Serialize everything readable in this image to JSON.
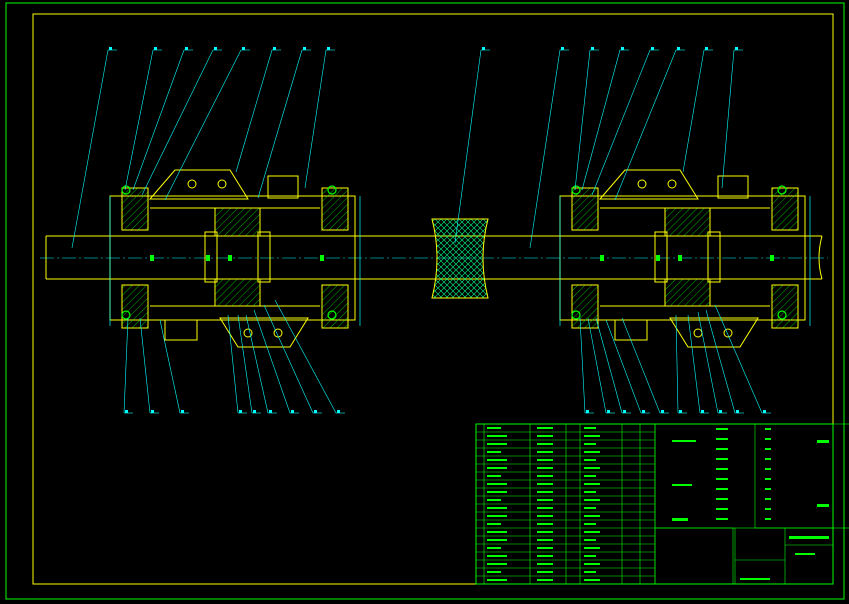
{
  "drawing": {
    "colors": {
      "background": "#000000",
      "outline": "#ffff00",
      "leader": "#00ffff",
      "text": "#00ff00",
      "hatch": "#00ff00",
      "roller_hatch": "#00ff88",
      "centerline": "#00ffff",
      "border": "#00ff00"
    },
    "balloon_count_top_left": 8,
    "balloon_count_top_right": 7,
    "balloon_count_bottom_left": 9,
    "balloon_count_bottom_right": 10,
    "center_balloon_count": 1
  },
  "title_block": {
    "rows": 20
  }
}
